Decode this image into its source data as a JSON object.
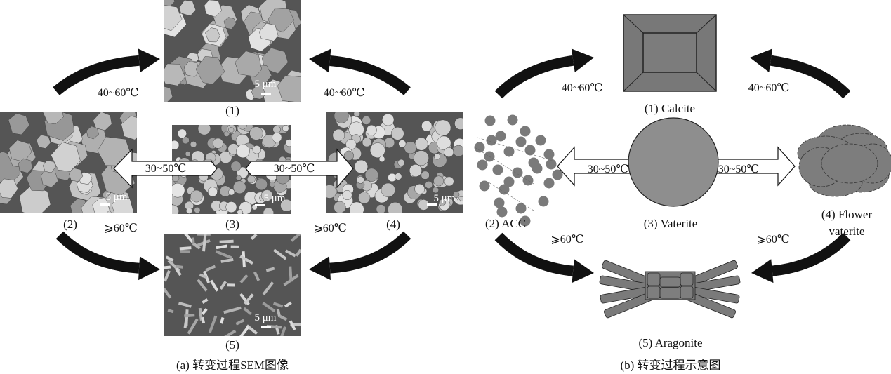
{
  "panel_a": {
    "caption": "(a) 转变过程SEM图像",
    "images": [
      {
        "label": "(1)",
        "scale_bar": "5 μm"
      },
      {
        "label": "(2)",
        "scale_bar": "5 μm"
      },
      {
        "label": "(3)",
        "scale_bar": "5 μm"
      },
      {
        "label": "(4)",
        "scale_bar": "5 μm"
      },
      {
        "label": "(5)",
        "scale_bar": "5 μm"
      }
    ],
    "conditions": {
      "top_left": "40~60℃",
      "top_right": "40~60℃",
      "middle_left": "30~50℃",
      "middle_right": "30~50℃",
      "bottom_left": "⩾60℃",
      "bottom_right": "⩾60℃"
    }
  },
  "panel_b": {
    "caption": "(b) 转变过程示意图",
    "labels": {
      "calcite": "(1) Calcite",
      "acc": "(2) ACC",
      "vaterite": "(3) Vaterite",
      "flower_line1": "(4) Flower",
      "flower_line2": "vaterite",
      "aragonite": "(5) Aragonite"
    },
    "conditions": {
      "top_left": "40~60℃",
      "top_right": "40~60℃",
      "middle_left": "30~50℃",
      "middle_right": "30~50℃",
      "bottom_left": "⩾60℃",
      "bottom_right": "⩾60℃"
    }
  },
  "colors": {
    "shape_fill": "#7a7a7a",
    "sem_bg": "#555555",
    "arrow": "#111111"
  }
}
